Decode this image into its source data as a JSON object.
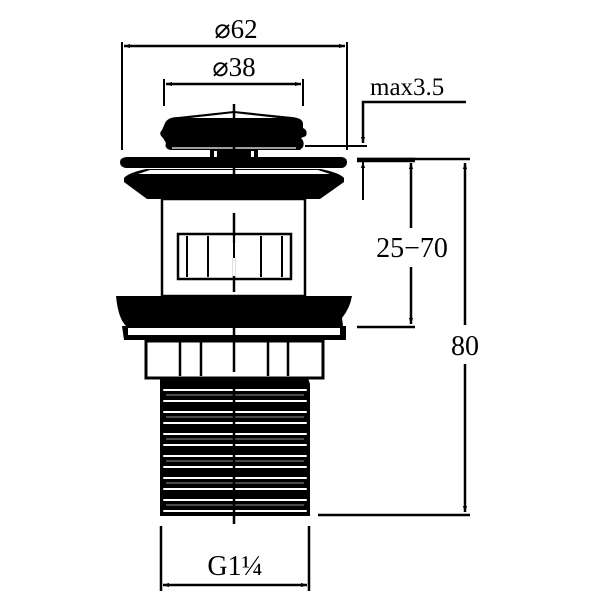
{
  "diagram": {
    "subject": "pop-up waste drain technical drawing",
    "colors": {
      "ink": "#000000",
      "background": "#ffffff"
    },
    "dimensions": {
      "outer_diameter": {
        "symbol": "⌀",
        "value": "62",
        "label": "⌀62"
      },
      "inner_diameter": {
        "symbol": "⌀",
        "value": "38",
        "label": "⌀38"
      },
      "max_thickness": {
        "label": "max3.5"
      },
      "clamping_range": {
        "label": "25−70"
      },
      "total_height": {
        "label": "80"
      },
      "thread": {
        "label": "G1¼"
      }
    }
  }
}
